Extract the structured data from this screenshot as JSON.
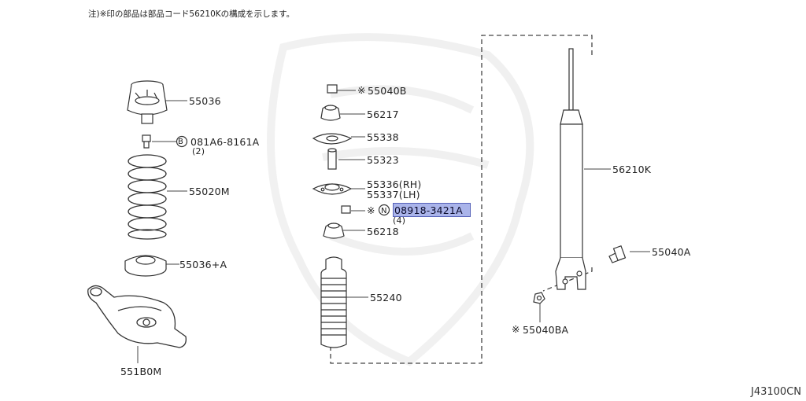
{
  "note": "注)※印の部品は部品コード56210Kの構成を示します。",
  "highlight_color": "#aab4ea",
  "diagram_code": "J43100CN",
  "parts": {
    "spring_seat_upper": "55036",
    "bolt_b": "081A6-8161A",
    "bolt_b_qty": "(2)",
    "coil_spring": "55020M",
    "spring_seat_lower": "55036+A",
    "lower_link": "551B0M",
    "nut_top": "55040B",
    "bushing_upper": "56217",
    "mount_plate": "55338",
    "sleeve": "55323",
    "mount_rh": "55336(RH)",
    "mount_lh": "55337(LH)",
    "nut_n": "08918-3421A",
    "nut_n_qty": "(4)",
    "bushing_lower": "56218",
    "dust_cover": "55240",
    "shock_absorber": "56210K",
    "bolt_lower": "55040A",
    "nut_lower": "55040BA"
  },
  "marks": {
    "asterisk": "※",
    "b_circle": "B",
    "n_circle": "N"
  }
}
